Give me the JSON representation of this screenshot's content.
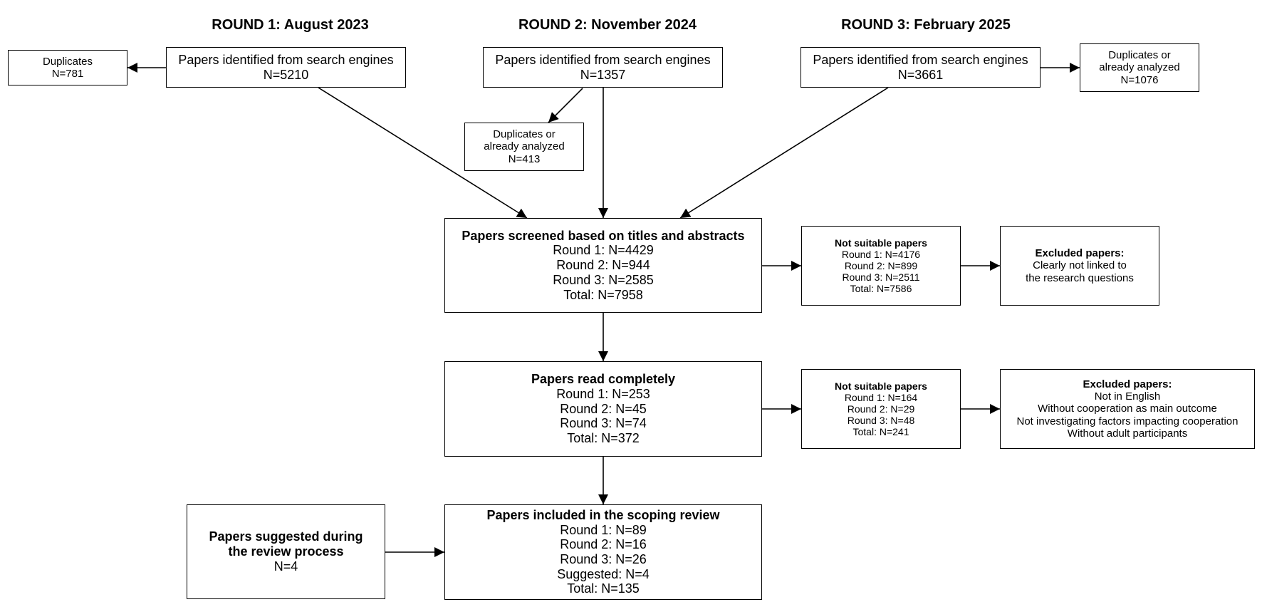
{
  "rounds": {
    "r1": "ROUND 1: August 2023",
    "r2": "ROUND 2: November 2024",
    "r3": "ROUND 3: February 2025"
  },
  "identified": {
    "r1": {
      "title": "Papers identified from search engines",
      "n": "N=5210"
    },
    "r2": {
      "title": "Papers identified from search engines",
      "n": "N=1357"
    },
    "r3": {
      "title": "Papers identified from search engines",
      "n": "N=3661"
    }
  },
  "duplicates": {
    "r1": {
      "l1": "Duplicates",
      "n": "N=781"
    },
    "r2": {
      "l1": "Duplicates or",
      "l2": "already analyzed",
      "n": "N=413"
    },
    "r3": {
      "l1": "Duplicates or",
      "l2": "already analyzed",
      "n": "N=1076"
    }
  },
  "screened": {
    "title": "Papers screened based on titles and abstracts",
    "lines": [
      "Round 1: N=4429",
      "Round 2: N=944",
      "Round 3: N=2585",
      "Total: N=7958"
    ]
  },
  "not_suitable_1": {
    "title": "Not suitable papers",
    "lines": [
      "Round 1: N=4176",
      "Round 2: N=899",
      "Round 3: N=2511",
      "Total: N=7586"
    ]
  },
  "excluded_1": {
    "title": "Excluded papers:",
    "lines": [
      "Clearly not linked to",
      "the research questions"
    ]
  },
  "read": {
    "title": "Papers read completely",
    "lines": [
      "Round 1: N=253",
      "Round 2: N=45",
      "Round 3: N=74",
      "Total: N=372"
    ]
  },
  "not_suitable_2": {
    "title": "Not suitable papers",
    "lines": [
      "Round 1: N=164",
      "Round 2: N=29",
      "Round 3: N=48",
      "Total: N=241"
    ]
  },
  "excluded_2": {
    "title": "Excluded papers:",
    "lines": [
      "Not in English",
      "Without cooperation as main outcome",
      "Not investigating factors impacting cooperation",
      "Without adult participants"
    ]
  },
  "suggested": {
    "l1": "Papers suggested during",
    "l2": "the review process",
    "n": "N=4"
  },
  "included": {
    "title": "Papers included in the scoping review",
    "lines": [
      "Round 1: N=89",
      "Round 2: N=16",
      "Round 3: N=26",
      "Suggested: N=4",
      "Total: N=135"
    ]
  }
}
